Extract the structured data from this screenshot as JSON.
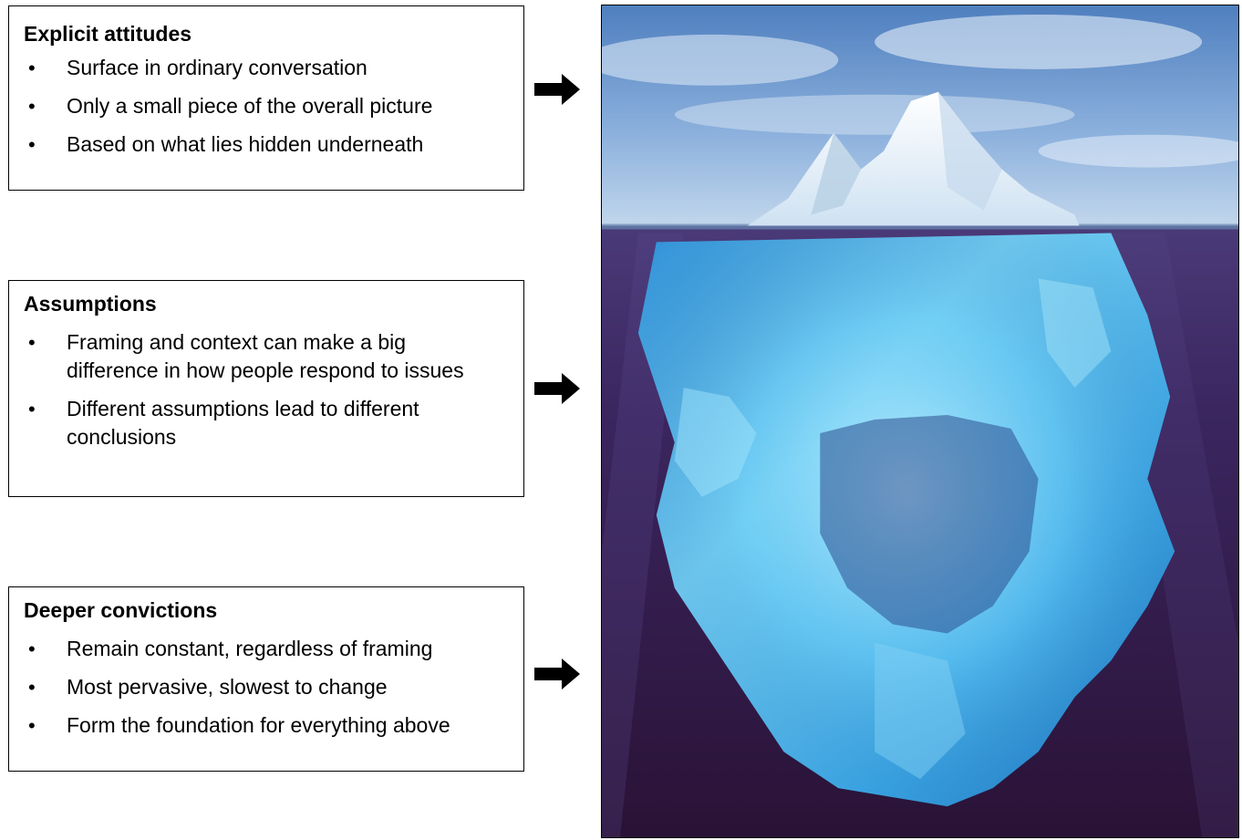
{
  "boxes": [
    {
      "title": "Explicit attitudes",
      "items": [
        "Surface in ordinary conversation",
        "Only a small piece of the overall picture",
        "Based on what lies hidden underneath"
      ]
    },
    {
      "title": "Assumptions",
      "items": [
        "Framing and context can make a big difference in how people respond to issues",
        "Different assumptions lead to different conclusions"
      ]
    },
    {
      "title": "Deeper convictions",
      "items": [
        "Remain constant, regardless of framing",
        "Most pervasive, slowest to change",
        "Form the foundation for everything above"
      ]
    }
  ],
  "bullet_symbol": "•",
  "image": {
    "subject": "iceberg-icon",
    "colors": {
      "sky": "#6f9fd4",
      "water": "#3b1f4f",
      "ice": "#4fb6ea"
    }
  }
}
